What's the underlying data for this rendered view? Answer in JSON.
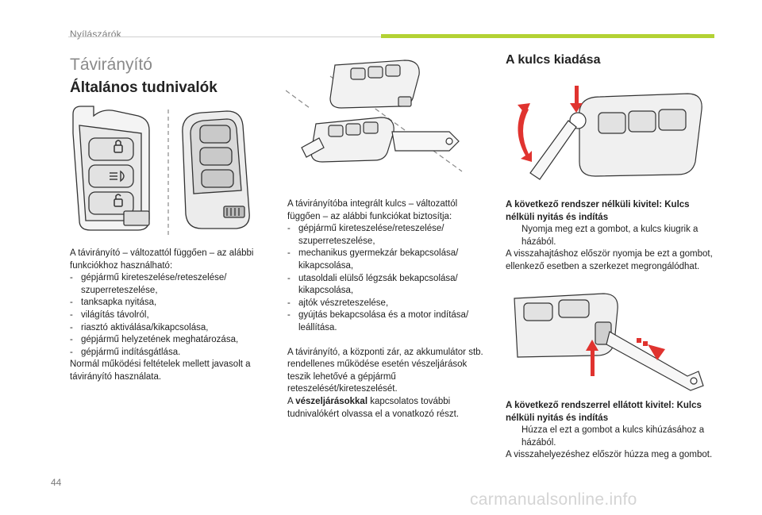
{
  "header": {
    "section": "Nyílászárók"
  },
  "page": {
    "title": "Távirányító",
    "subtitle": "Általános tudnivalók",
    "right_heading": "A kulcs kiadása",
    "page_number": "44",
    "watermark": "carmanualsonline.info"
  },
  "colors": {
    "accent_green": "#b3d234",
    "arrow_red": "#e0332f"
  },
  "left": {
    "intro": "A távirányító – változattól függően – az alábbi funkciókhoz használható:",
    "items": [
      "gépjármű kireteszelése/reteszelése/ szuperreteszelése,",
      "tanksapka nyitása,",
      "világítás távolról,",
      "riasztó aktiválása/kikapcsolása,",
      "gépjármű helyzetének meghatározása,",
      "gépjármű indításgátlása."
    ],
    "outro": "Normál működési feltételek mellett javasolt a távirányító használata."
  },
  "middle": {
    "intro": "A távirányítóba integrált kulcs – változattól függően – az alábbi funkciókat biztosítja:",
    "items": [
      "gépjármű kireteszelése/reteszelése/ szuperreteszelése,",
      "mechanikus gyermekzár bekapcsolása/ kikapcsolása,",
      "utasoldali elülső légzsák bekapcsolása/ kikapcsolása,",
      "ajtók vészreteszelése,",
      "gyújtás bekapcsolása és a motor indítása/ leállítása."
    ],
    "para2": "A távirányító, a központi zár, az akkumulátor stb. rendellenes működése esetén vészeljárások teszik lehetővé a gépjármű reteszelését/kireteszelését.",
    "para3_prefix": "A ",
    "para3_bold": "vészeljárásokkal",
    "para3_suffix": " kapcsolatos további tudnivalókért olvassa el a vonatkozó részt."
  },
  "right": {
    "block1_title": "A következő rendszer nélküli kivitel: Kulcs nélküli nyitás és indítás",
    "block1_bullet_symbol": "",
    "block1_bullet": "Nyomja meg ezt a gombot, a kulcs kiugrik a házából.",
    "block1_text": "A visszahajtáshoz először nyomja be ezt a gombot, ellenkező esetben a szerkezet megrongálódhat.",
    "block2_title": "A következő rendszerrel ellátott kivitel: Kulcs nélküli nyitás és indítás",
    "block2_bullet_symbol": "",
    "block2_bullet": "Húzza el ezt a gombot a kulcs kihúzásához a házából.",
    "block2_text": "A visszahelyezéshez először húzza meg a gombot."
  },
  "icons": [
    "lock-closed-icon",
    "headlamp-icon",
    "lock-open-icon",
    "red-arrow-icon"
  ]
}
